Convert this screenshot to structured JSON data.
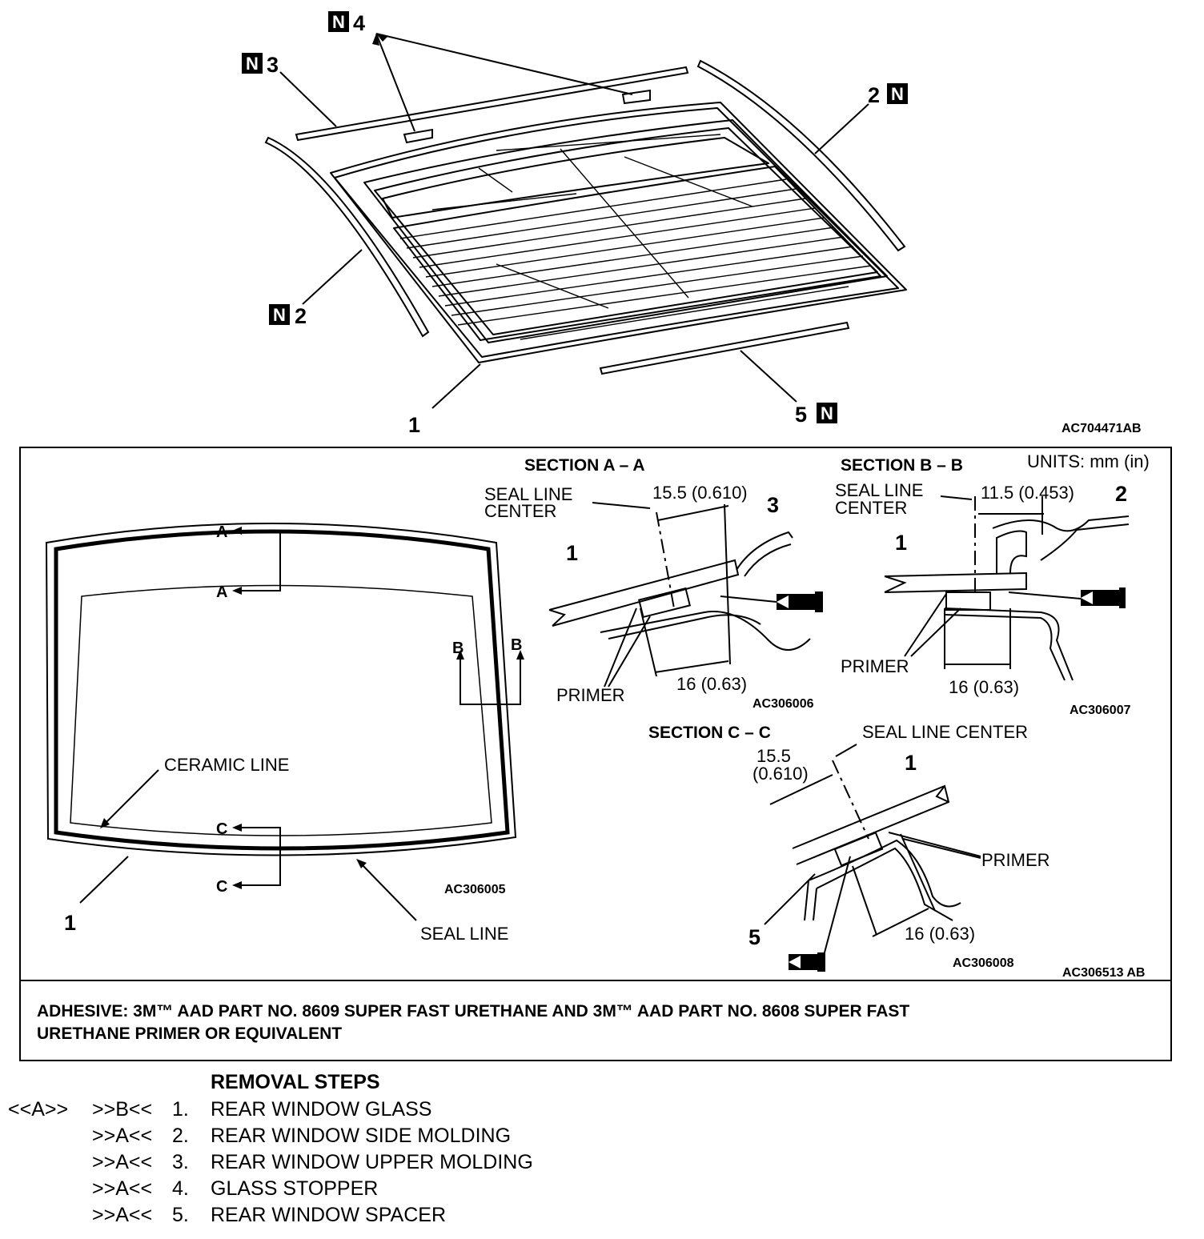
{
  "top": {
    "callouts": {
      "c1": "1",
      "c2_right": "2",
      "c2_left": "2",
      "c3": "3",
      "c4": "4",
      "c5": "5",
      "n": "N"
    },
    "figure_id": "AC704471AB"
  },
  "panel": {
    "units": "UNITS: mm (in)",
    "panel_id": "AC306513 AB",
    "left": {
      "labels": {
        "a": "A",
        "b": "B",
        "c": "C"
      },
      "ceramic_line": "CERAMIC LINE",
      "seal_line": "SEAL LINE",
      "part_1": "1",
      "figure_id": "AC306005"
    },
    "section_a": {
      "title": "SECTION A – A",
      "seal_line_center_1": "SEAL LINE",
      "seal_line_center_2": "CENTER",
      "dim_top": "15.5 (0.610)",
      "dim_bottom": "16 (0.63)",
      "primer": "PRIMER",
      "part_1": "1",
      "part_3": "3",
      "figure_id": "AC306006"
    },
    "section_b": {
      "title": "SECTION B – B",
      "seal_line_center_1": "SEAL LINE",
      "seal_line_center_2": "CENTER",
      "dim_top": "11.5 (0.453)",
      "dim_bottom": "16 (0.63)",
      "primer": "PRIMER",
      "part_1": "1",
      "part_2": "2",
      "figure_id": "AC306007"
    },
    "section_c": {
      "title": "SECTION C – C",
      "seal_line_center": "SEAL LINE CENTER",
      "dim_top_1": "15.5",
      "dim_top_2": "(0.610)",
      "dim_bottom": "16 (0.63)",
      "primer": "PRIMER",
      "part_1": "1",
      "part_5": "5",
      "figure_id": "AC306008"
    }
  },
  "adhesive": {
    "line1": "ADHESIVE: 3M™ AAD PART NO. 8609 SUPER FAST URETHANE AND 3M™ AAD PART NO. 8608 SUPER FAST",
    "line2": "URETHANE PRIMER OR EQUIVALENT"
  },
  "steps": {
    "heading": "REMOVAL STEPS",
    "items": [
      {
        "tag": "<<A>>",
        "ref": ">>B<<",
        "num": "1.",
        "text": "REAR WINDOW GLASS"
      },
      {
        "tag": "",
        "ref": ">>A<<",
        "num": "2.",
        "text": "REAR WINDOW SIDE MOLDING"
      },
      {
        "tag": "",
        "ref": ">>A<<",
        "num": "3.",
        "text": "REAR WINDOW UPPER MOLDING"
      },
      {
        "tag": "",
        "ref": ">>A<<",
        "num": "4.",
        "text": "GLASS STOPPER"
      },
      {
        "tag": "",
        "ref": ">>A<<",
        "num": "5.",
        "text": "REAR WINDOW SPACER"
      }
    ]
  }
}
